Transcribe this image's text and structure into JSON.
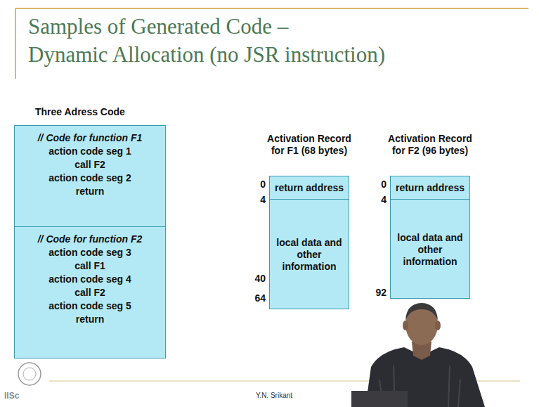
{
  "diagram": {
    "title": "Samples of Generated Code – Dynamic Allocation (no JSR instruction)",
    "nodes": [
      {
        "text": [
          "// Code for function F1",
          "action code seg 1",
          "call F2",
          "action code seg 2",
          "return"
        ]
      },
      {
        "text": [
          "// Code for function F2",
          "action code seg 3",
          "call F1",
          "action code seg 4",
          "call F2",
          "action code seg 5",
          "return"
        ]
      },
      {
        "text": [
          "Activation Record for F1 (68 bytes)"
        ]
      },
      {
        "text": [
          "return address"
        ],
        "in": 2
      },
      {
        "text": [
          "local data and other information"
        ],
        "in": 2
      },
      {
        "text": [
          "Activation Record for F2 (96 bytes)"
        ]
      },
      {
        "text": [
          "return address"
        ],
        "in": 5
      },
      {
        "text": [
          "local data and other information"
        ],
        "in": 5
      }
    ],
    "labels": [
      "Three Adress Code",
      "0",
      "4",
      "40",
      "64",
      "0",
      "4",
      "92",
      "Y.N. Srikant",
      "IISc"
    ]
  }
}
